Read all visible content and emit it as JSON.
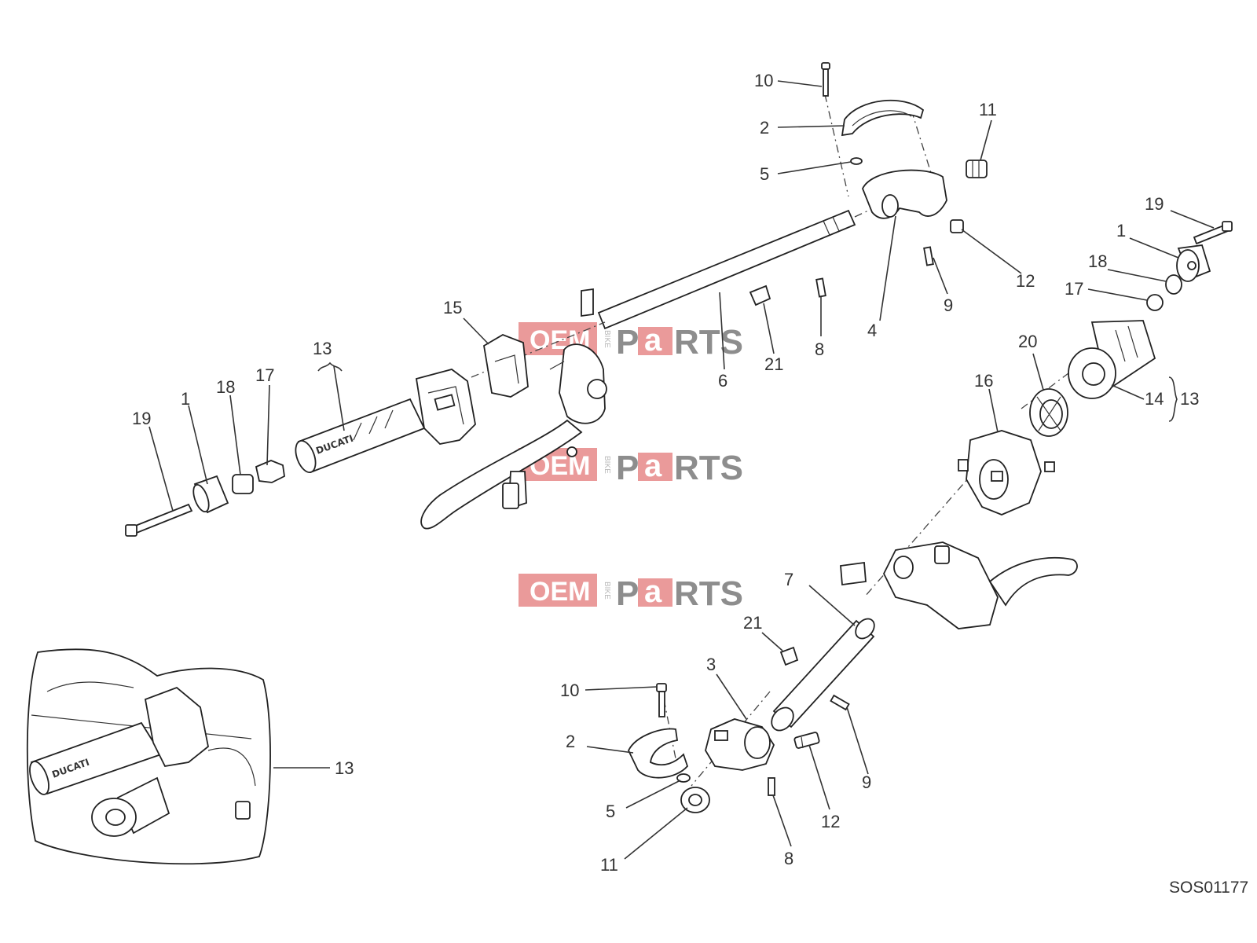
{
  "diagram_code": "SOS01177",
  "watermark": {
    "oem": "OEM",
    "bike": "BIKE",
    "p": "P",
    "a": "a",
    "rts": "RTS"
  },
  "grip_brand": "DUCATI",
  "callouts": [
    {
      "id": "c10a",
      "text": "10"
    },
    {
      "id": "c2a",
      "text": "2"
    },
    {
      "id": "c5a",
      "text": "5"
    },
    {
      "id": "c11a",
      "text": "11"
    },
    {
      "id": "c12a",
      "text": "12"
    },
    {
      "id": "c9a",
      "text": "9"
    },
    {
      "id": "c4",
      "text": "4"
    },
    {
      "id": "c8a",
      "text": "8"
    },
    {
      "id": "c21a",
      "text": "21"
    },
    {
      "id": "c6",
      "text": "6"
    },
    {
      "id": "c15",
      "text": "15"
    },
    {
      "id": "c13a",
      "text": "13"
    },
    {
      "id": "c17a",
      "text": "17"
    },
    {
      "id": "c18a",
      "text": "18"
    },
    {
      "id": "c1a",
      "text": "1"
    },
    {
      "id": "c19a",
      "text": "19"
    },
    {
      "id": "c19b",
      "text": "19"
    },
    {
      "id": "c1b",
      "text": "1"
    },
    {
      "id": "c18b",
      "text": "18"
    },
    {
      "id": "c17b",
      "text": "17"
    },
    {
      "id": "c20",
      "text": "20"
    },
    {
      "id": "c16",
      "text": "16"
    },
    {
      "id": "c14",
      "text": "14"
    },
    {
      "id": "c13b",
      "text": "13"
    },
    {
      "id": "c7",
      "text": "7"
    },
    {
      "id": "c21b",
      "text": "21"
    },
    {
      "id": "c3",
      "text": "3"
    },
    {
      "id": "c10b",
      "text": "10"
    },
    {
      "id": "c2b",
      "text": "2"
    },
    {
      "id": "c5b",
      "text": "5"
    },
    {
      "id": "c11b",
      "text": "11"
    },
    {
      "id": "c8b",
      "text": "8"
    },
    {
      "id": "c12b",
      "text": "12"
    },
    {
      "id": "c9b",
      "text": "9"
    },
    {
      "id": "c13c",
      "text": "13"
    }
  ]
}
